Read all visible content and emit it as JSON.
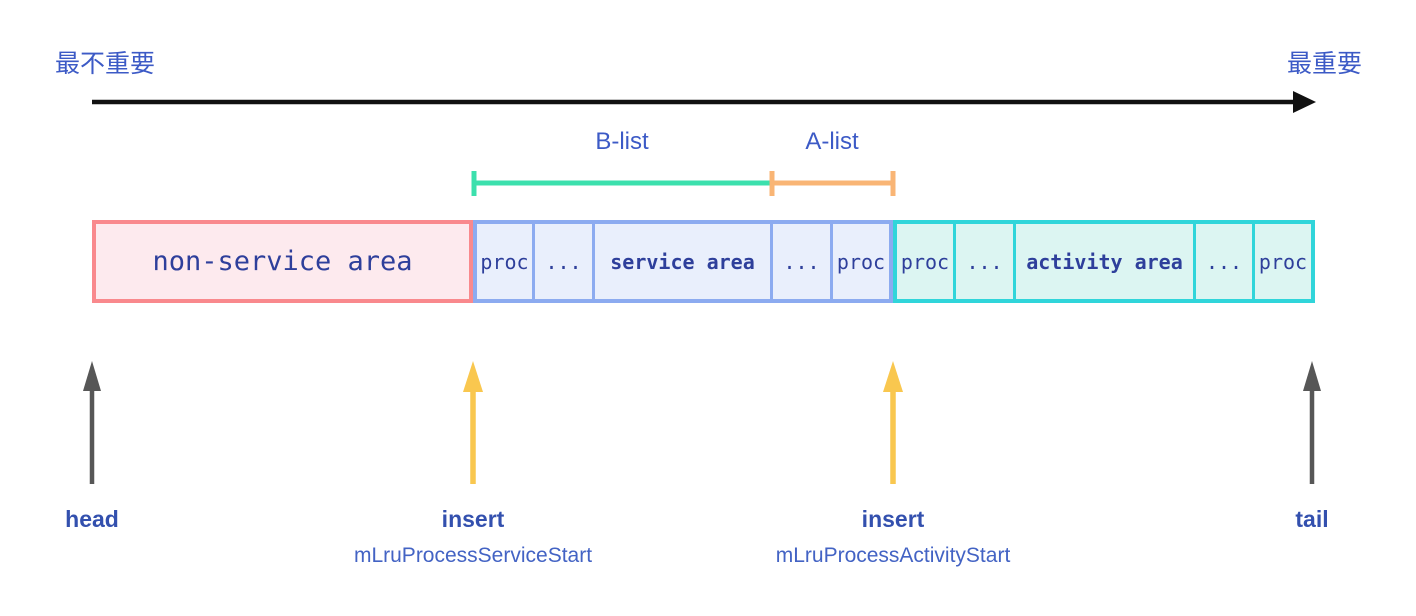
{
  "colors": {
    "arrow_black": "#111111",
    "arrow_gray": "#575757",
    "arrow_yellow": "#f9c74f",
    "bracket_green": "#3ce0ad",
    "bracket_orange": "#f9b575",
    "non_service_bg": "#fdeaee",
    "non_service_border": "#f9898d",
    "service_bg": "#e9effc",
    "service_border": "#8cabf0",
    "activity_bg": "#dcf5f2",
    "activity_border": "#30d5da",
    "cell_text": "#2e3f9b",
    "label_blue": "#3c5ac6",
    "pointer_label_blue": "#3350ae",
    "function_blue": "#4363c4"
  },
  "importance_axis": {
    "left_label": "最不重要",
    "right_label": "最重要"
  },
  "brackets": {
    "b_list_label": "B-list",
    "a_list_label": "A-list"
  },
  "lru_bar": {
    "non_service_label": "non-service area",
    "service_cells": [
      "proc",
      "...",
      "service area",
      "...",
      "proc"
    ],
    "activity_cells": [
      "proc",
      "...",
      "activity area",
      "...",
      "proc"
    ]
  },
  "pointers": {
    "head_label": "head",
    "tail_label": "tail",
    "insert_service": {
      "label": "insert",
      "function_name": "mLruProcessServiceStart"
    },
    "insert_activity": {
      "label": "insert",
      "function_name": "mLruProcessActivityStart"
    }
  }
}
